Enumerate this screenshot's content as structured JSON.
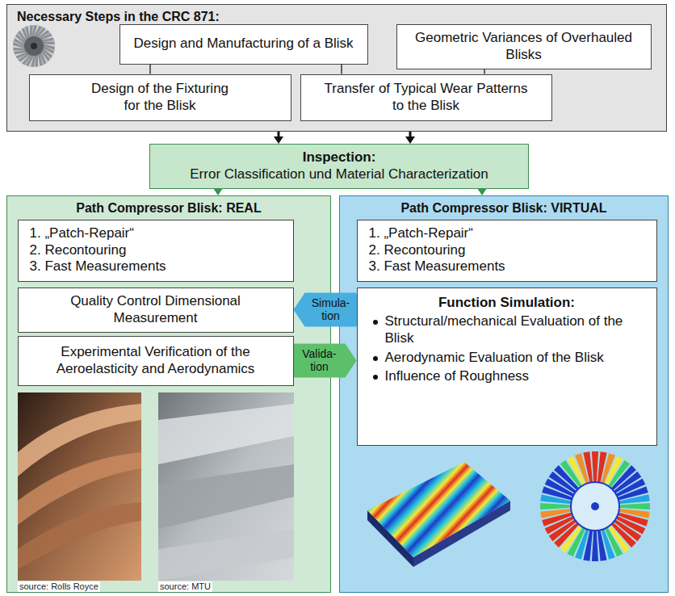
{
  "diagram": {
    "nodes": [
      {
        "text": [
          "Necessary Steps in the CRC 871:"
        ]
      },
      {
        "text": [
          "Design and Manufacturing of a Blisk"
        ],
        "in": 0
      },
      {
        "text": [
          "Geometric Variances of Overhauled Blisks"
        ],
        "in": 0
      },
      {
        "text": [
          "Design of the Fixturing for the Blisk"
        ],
        "in": 0
      },
      {
        "text": [
          "Transfer of Typical Wear Patterns to the Blisk"
        ],
        "in": 0
      },
      {
        "text": [
          "Inspection:",
          "Error Classification und Material Characterization"
        ]
      },
      {
        "text": [
          "Path Compressor Blisk: REAL"
        ]
      },
      {
        "text": [
          "1. „Patch-Repair“",
          "2. Recontouring",
          "3. Fast Measurements"
        ],
        "in": 6
      },
      {
        "text": [
          "Quality Control Dimensional Measurement"
        ],
        "in": 6
      },
      {
        "text": [
          "Experimental Verification of the Aeroelasticity and Aerodynamics"
        ],
        "in": 6
      },
      {
        "text": [
          "Path Compressor Blisk: VIRTUAL"
        ]
      },
      {
        "text": [
          "1. „Patch-Repair“",
          "2. Recontouring",
          "3. Fast Measurements"
        ],
        "in": 10
      },
      {
        "text": [
          "Function Simulation:",
          "Structural/mechanical Evaluation of the Blisk",
          "Aerodynamic Evaluation of the Blisk",
          "Influence of Roughness"
        ],
        "in": 10
      }
    ],
    "edges": [
      {
        "from": 1,
        "to": 3,
        "arrow": "none"
      },
      {
        "from": 1,
        "to": 4,
        "arrow": "none"
      },
      {
        "from": 2,
        "to": 4,
        "arrow": "none"
      },
      {
        "from": 0,
        "to": 5,
        "arrow": "to"
      },
      {
        "from": 0,
        "to": 5,
        "arrow": "to"
      },
      {
        "from": 5,
        "to": 6,
        "arrow": "to"
      },
      {
        "from": 5,
        "to": 10,
        "arrow": "to"
      },
      {
        "from": 12,
        "to": 8,
        "label": "Simula- tion",
        "arrow": "to"
      },
      {
        "from": 9,
        "to": 12,
        "label": "Valida- tion",
        "arrow": "to"
      }
    ],
    "labels": [
      "source: Rolls Royce",
      "source: MTU"
    ]
  }
}
